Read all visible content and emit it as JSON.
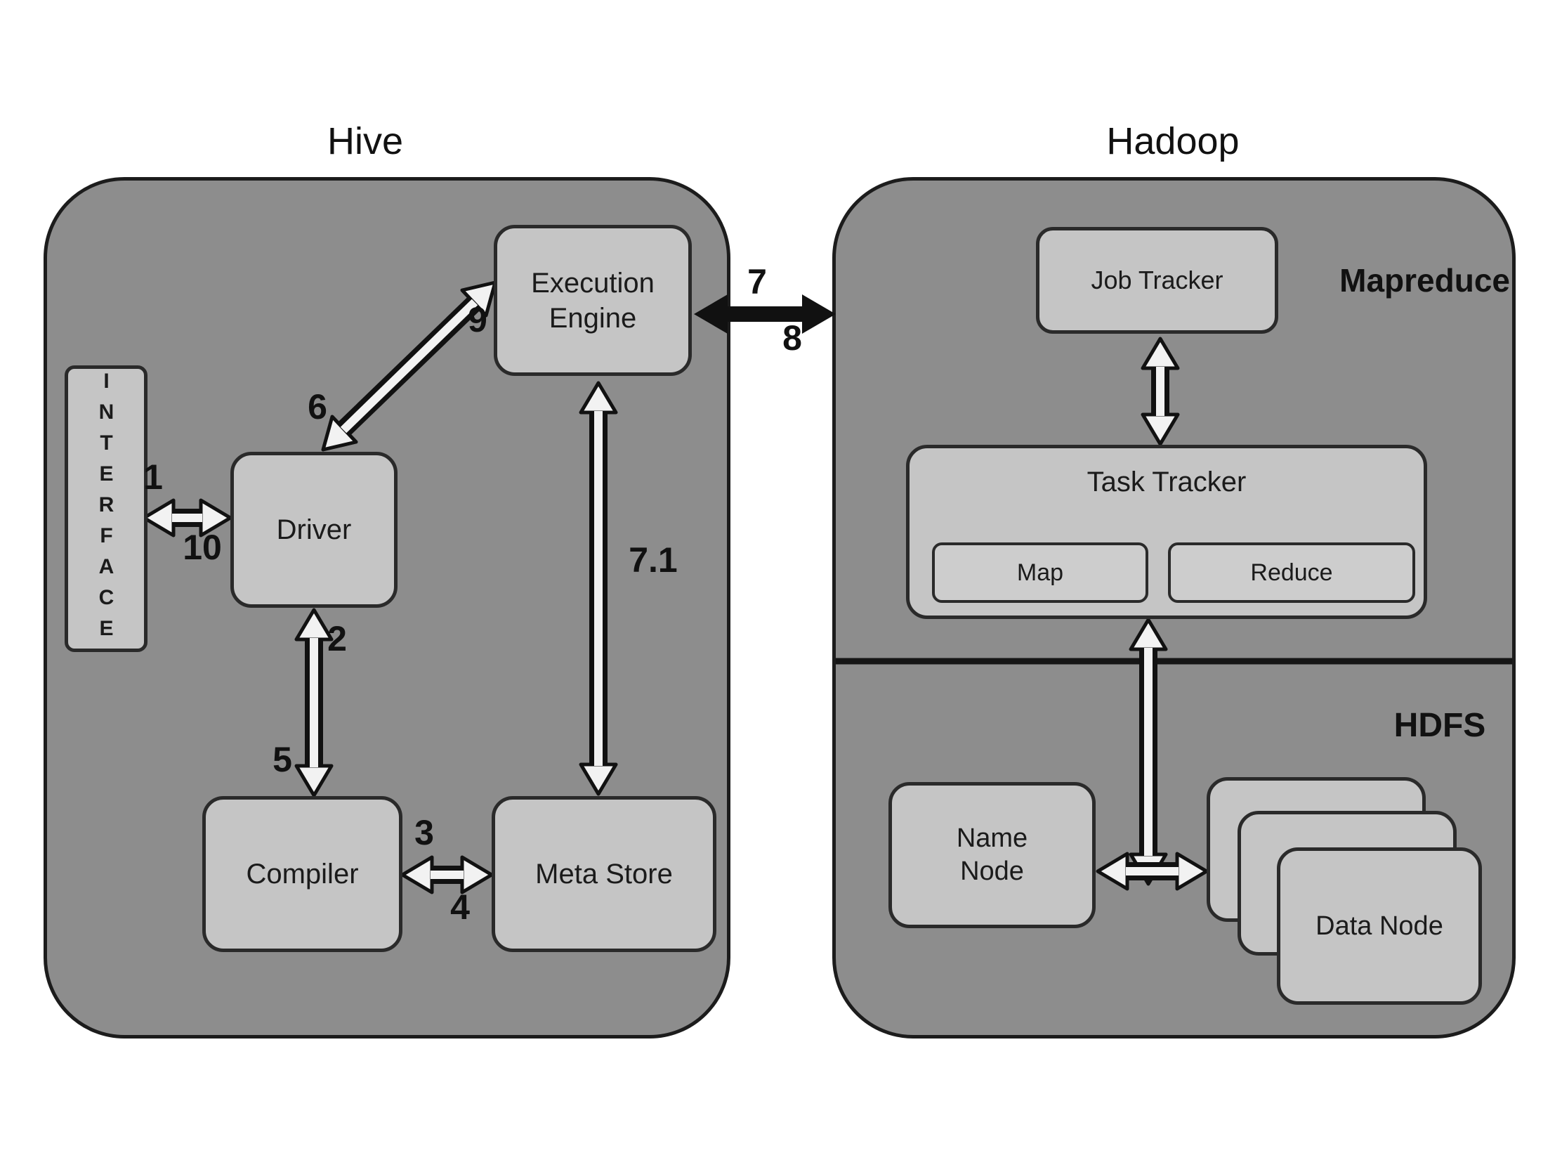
{
  "colors": {
    "background": "#ffffff",
    "container_fill": "#8d8d8d",
    "box_fill": "#c5c5c5",
    "box_border": "#2a2a2a",
    "arrow_fill": "#f2f2f2",
    "arrow_outline": "#111111"
  },
  "hive": {
    "title": "Hive",
    "interface_label": "INTERFACE",
    "driver_label": "Driver",
    "execution_engine_label": "Execution Engine",
    "compiler_label": "Compiler",
    "meta_store_label": "Meta Store",
    "step_labels": {
      "s1": "1",
      "s2": "2",
      "s3": "3",
      "s4": "4",
      "s5": "5",
      "s6": "6",
      "s7": "7",
      "s8": "8",
      "s9": "9",
      "s10": "10",
      "s7_1": "7.1"
    }
  },
  "hadoop": {
    "title": "Hadoop",
    "mapreduce_label": "Mapreduce",
    "hdfs_label": "HDFS",
    "job_tracker_label": "Job Tracker",
    "task_tracker_label": "Task Tracker",
    "map_label": "Map",
    "reduce_label": "Reduce",
    "name_node_label": "Name Node",
    "data_node_label": "Data Node"
  }
}
